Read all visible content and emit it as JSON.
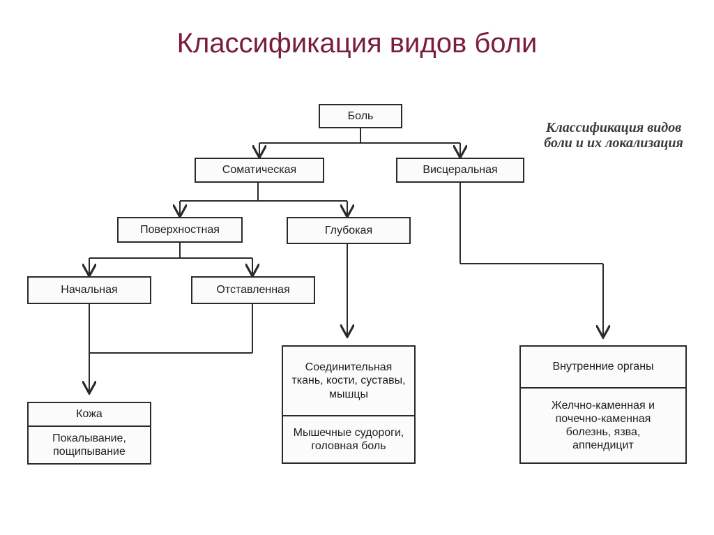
{
  "title": "Классификация видов боли",
  "side_note": "Классификация видов боли и их локализация",
  "nodes": {
    "pain": "Боль",
    "somatic": "Соматическая",
    "visceral": "Висцеральная",
    "superficial": "Поверхностная",
    "deep": "Глубокая",
    "initial": "Начальная",
    "delayed": "Отставленная",
    "skin": {
      "head": "Кожа",
      "desc": "Покалывание, пощипывание"
    },
    "connective": {
      "head": "Соединительная ткань, кости, суставы, мышцы",
      "desc": "Мышечные судороги, головная боль"
    },
    "internal": {
      "head": "Внутренние органы",
      "desc": "Желчно-каменная и почечно-каменная болезнь, язва, аппендицит"
    }
  }
}
